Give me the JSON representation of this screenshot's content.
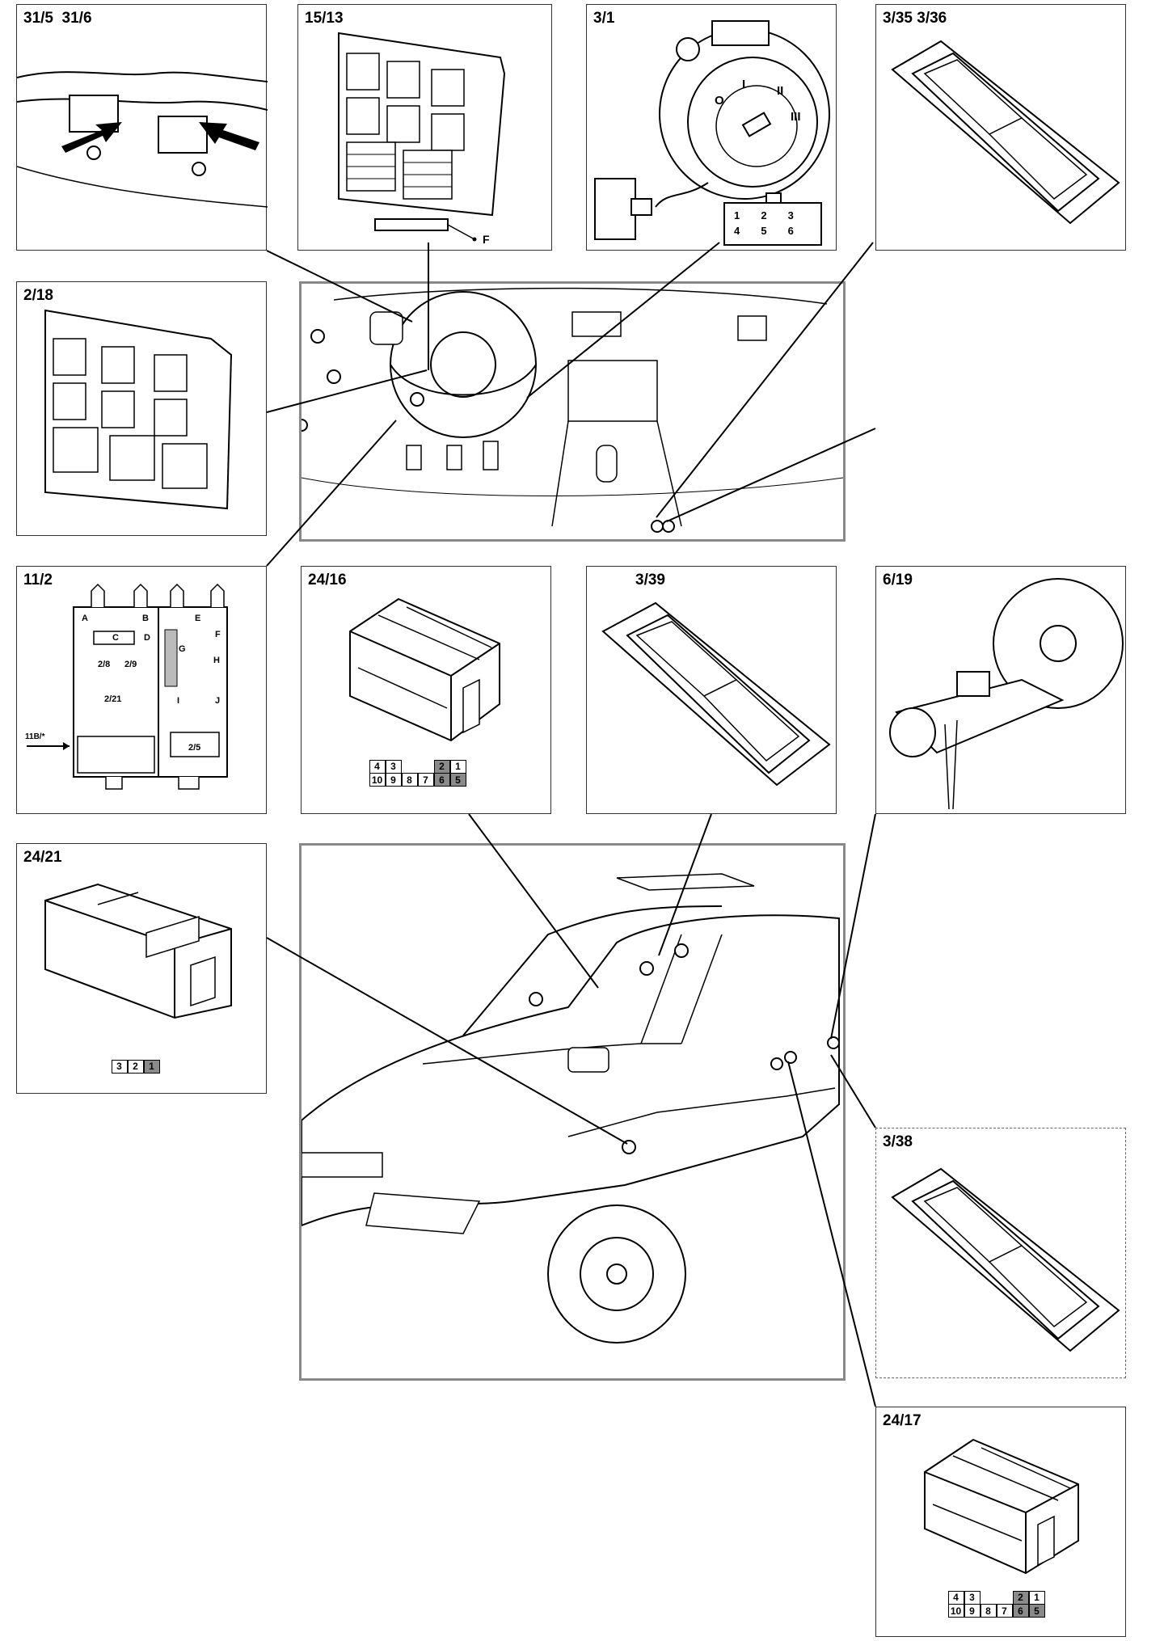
{
  "panels": {
    "p1": {
      "label": "31/5  31/6"
    },
    "p2": {
      "label": "15/13",
      "callout": "F"
    },
    "p3": {
      "label": "3/1",
      "pins": [
        "1",
        "2",
        "3",
        "4",
        "5",
        "6"
      ],
      "switch_marks": [
        "O",
        "I",
        "II",
        "III"
      ]
    },
    "p4": {
      "label": "3/35 3/36"
    },
    "p5": {
      "label": "2/18"
    },
    "p6": {
      "label": "11/2",
      "letters": [
        "A",
        "B",
        "C",
        "D",
        "E",
        "F",
        "G",
        "H",
        "I",
        "J"
      ],
      "fuse_labels": [
        "2/8",
        "2/9",
        "2/21",
        "2/5"
      ],
      "side_label": "11B/*"
    },
    "p7": {
      "label": "24/16",
      "pins_top": [
        "4",
        "3",
        "",
        "",
        "2",
        "1"
      ],
      "pins_bottom": [
        "10",
        "9",
        "8",
        "7",
        "6",
        "5"
      ]
    },
    "p8": {
      "label": "3/39"
    },
    "p9": {
      "label": "6/19"
    },
    "p10": {
      "label": "24/21",
      "pins": [
        "3",
        "2",
        "1"
      ]
    },
    "p11": {
      "label": "3/38"
    },
    "p12": {
      "label": "24/17",
      "pins_top": [
        "4",
        "3",
        "",
        "",
        "2",
        "1"
      ],
      "pins_bottom": [
        "10",
        "9",
        "8",
        "7",
        "6",
        "5"
      ]
    }
  },
  "colors": {
    "line": "#000000",
    "shade": "#8a8a8a",
    "frame": "#888888"
  }
}
